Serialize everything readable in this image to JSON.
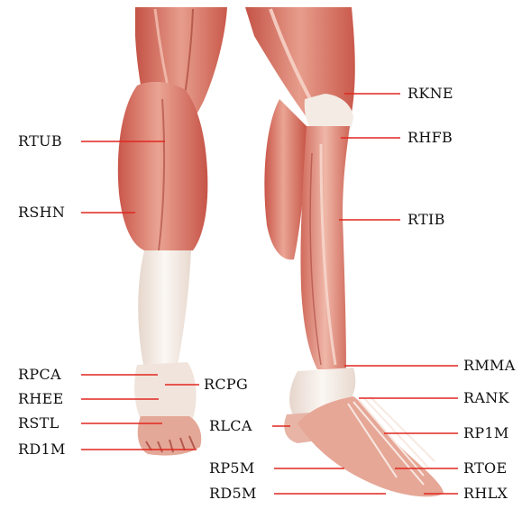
{
  "colors": {
    "leader_line": "#e0271f",
    "muscle_dark": "#b8453a",
    "muscle_mid": "#d8776a",
    "muscle_light": "#f0b3a4",
    "tendon": "#f3ece6",
    "label_text": "#111111"
  },
  "labels": {
    "rtub": "RTUB",
    "rshn": "RSHN",
    "rpca": "RPCA",
    "rhee": "RHEE",
    "rstl": "RSTL",
    "rd1m": "RD1M",
    "rcpg": "RCPG",
    "rlca": "RLCA",
    "rp5m": "RP5M",
    "rd5m": "RD5M",
    "rkne": "RKNE",
    "rhfb": "RHFB",
    "rtib": "RTIB",
    "rmma": "RMMA",
    "rank": "RANK",
    "rp1m": "RP1M",
    "rtoe": "RTOE",
    "rhlx": "RHLX"
  }
}
